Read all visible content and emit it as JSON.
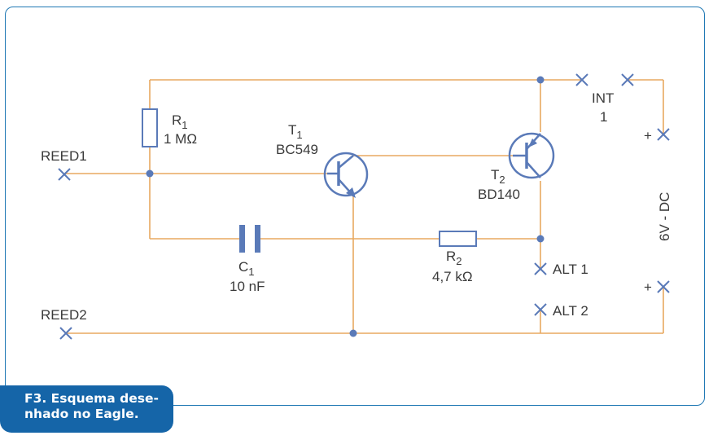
{
  "caption": {
    "line1": "F3. Esquema dese-",
    "line2": "nhado no Eagle."
  },
  "components": {
    "r1": {
      "ref": "R",
      "sub": "1",
      "value": "1 MΩ"
    },
    "r2": {
      "ref": "R",
      "sub": "2",
      "value": "4,7 kΩ"
    },
    "c1": {
      "ref": "C",
      "sub": "1",
      "value": "10 nF"
    },
    "t1": {
      "ref": "T",
      "sub": "1",
      "value": "BC549"
    },
    "t2": {
      "ref": "T",
      "sub": "2",
      "value": "BD140"
    },
    "int": {
      "ref": "INT",
      "value": "1"
    }
  },
  "terminals": {
    "reed1": "REED1",
    "reed2": "REED2",
    "alt1": "ALT 1",
    "alt2": "ALT 2",
    "plus_top": "+",
    "plus_bottom": "+",
    "supply": "6V - DC"
  },
  "colors": {
    "wire": "#e8a960",
    "component": "#5a7ab8",
    "frame": "#1f78b4",
    "caption_bg": "#1565a8"
  }
}
